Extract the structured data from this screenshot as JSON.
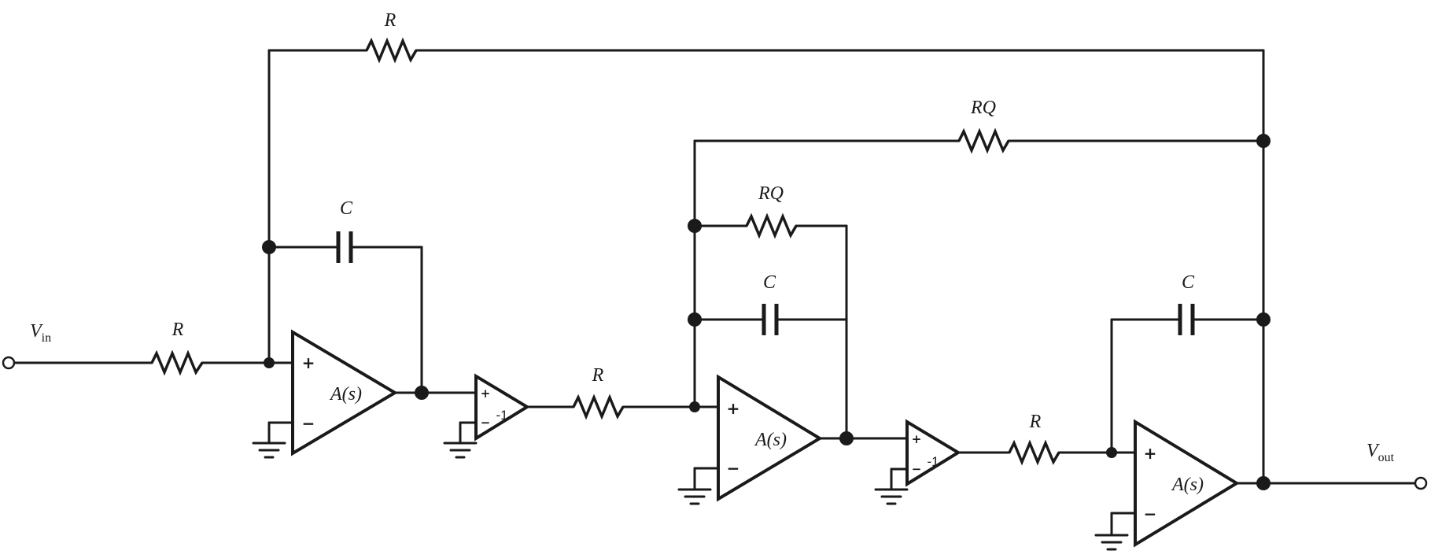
{
  "labels": {
    "vin_main": "V",
    "vin_sub": "in",
    "vout_main": "V",
    "vout_sub": "out",
    "r_input": "R",
    "r_feedback_top": "R",
    "c_int1": "C",
    "r_between_1": "R",
    "rq_outer": "RQ",
    "rq_inner": "RQ",
    "c_int2": "C",
    "r_between_2": "R",
    "c_int3": "C"
  },
  "amplifiers": {
    "main_1": "A(s)",
    "main_2": "A(s)",
    "main_3": "A(s)",
    "inverter_1_gain": "-1",
    "inverter_2_gain": "-1"
  },
  "signs": {
    "plus": "+",
    "minus": "−"
  }
}
